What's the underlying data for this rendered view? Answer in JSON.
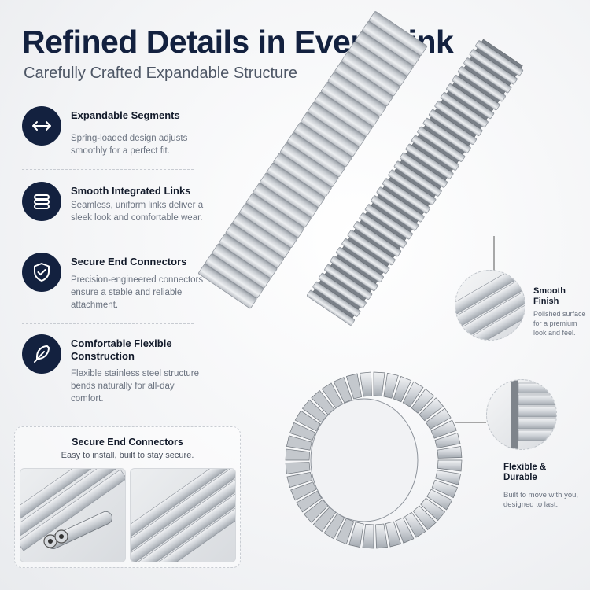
{
  "header": {
    "title": "Refined Details in Every Link",
    "subtitle": "Carefully Crafted Expandable Structure"
  },
  "features": [
    {
      "icon": "expand-arrows-icon",
      "title": "Expandable Segments",
      "description": "Spring-loaded design adjusts smoothly for a perfect fit."
    },
    {
      "icon": "links-icon",
      "title": "Smooth Integrated Links",
      "description": "Seamless, uniform links deliver a sleek look and comfortable wear."
    },
    {
      "icon": "shield-check-icon",
      "title": "Secure End Connectors",
      "description": "Precision-engineered connectors ensure a stable and reliable attachment."
    },
    {
      "icon": "feather-icon",
      "title": "Comfortable Flexible Construction",
      "description": "Flexible stainless steel structure bends naturally for all-day comfort."
    }
  ],
  "end_connectors_box": {
    "title": "Secure End Connectors",
    "description": "Easy to install, built to stay secure."
  },
  "callouts": {
    "smooth_finish": {
      "title": "Smooth Finish",
      "description": "Polished surface for a premium look and feel."
    },
    "flexible_durable": {
      "title": "Flexible & Durable",
      "description": "Built to move with you, designed to last."
    }
  },
  "colors": {
    "navy": "#13213f",
    "steel_light": "#e4e6e9",
    "steel_dark": "#8d939b"
  }
}
